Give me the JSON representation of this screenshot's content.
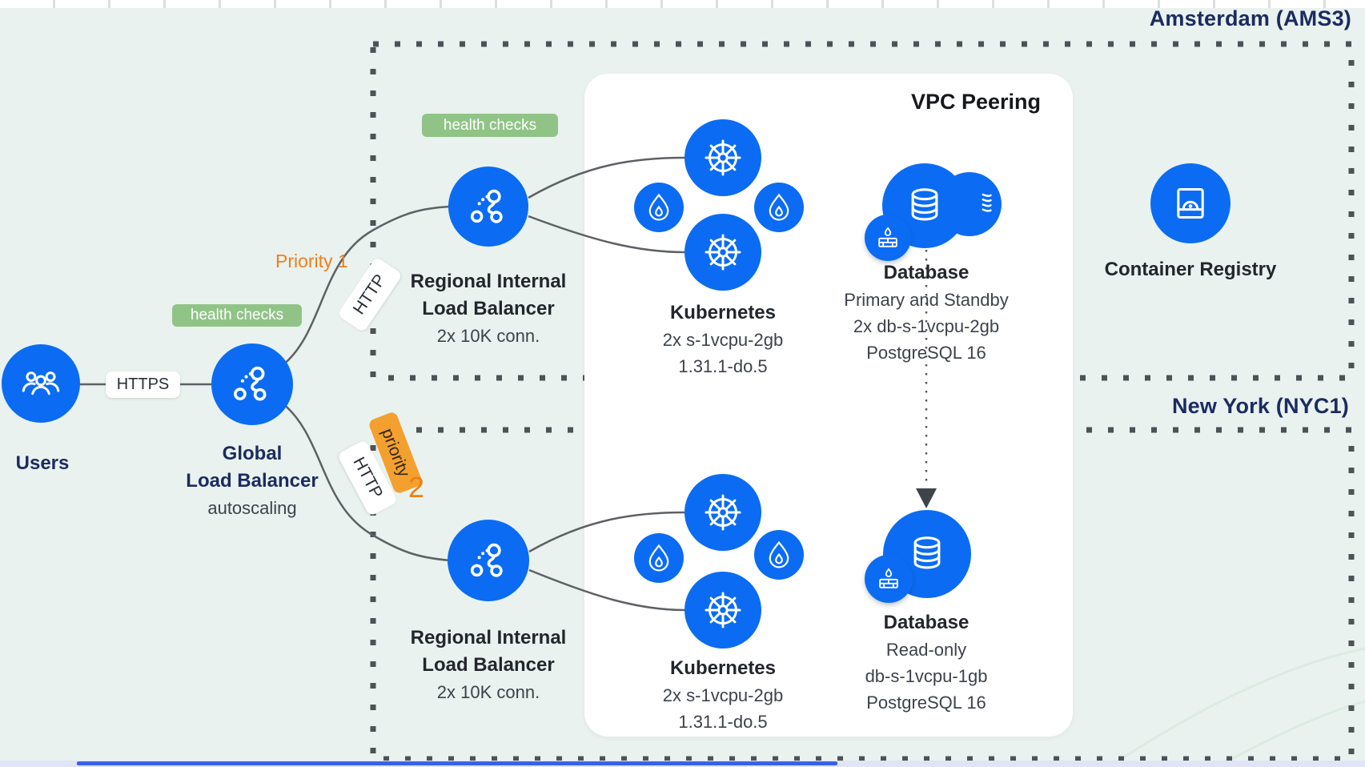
{
  "regions": {
    "top": "Amsterdam (AMS3)",
    "bottom": "New York (NYC1)"
  },
  "vpc": {
    "title": "VPC Peering"
  },
  "edges": {
    "https": "HTTPS",
    "http_top": "HTTP",
    "http_bottom": "HTTP",
    "priority_top": "Priority 1",
    "priority_bottom_word": "priority",
    "priority_bottom_num": "2",
    "health_checks_global": "health checks",
    "health_checks_regional": "health checks"
  },
  "nodes": {
    "users": {
      "title": "Users"
    },
    "global_lb": {
      "line1": "Global",
      "line2": "Load Balancer",
      "line3": "autoscaling"
    },
    "regional_lb_top": {
      "line1": "Regional Internal",
      "line2": "Load Balancer",
      "line3": "2x 10K conn."
    },
    "regional_lb_bottom": {
      "line1": "Regional Internal",
      "line2": "Load Balancer",
      "line3": "2x 10K conn."
    },
    "k8s_top": {
      "line1": "Kubernetes",
      "line2": "2x s-1vcpu-2gb",
      "line3": "1.31.1-do.5"
    },
    "k8s_bottom": {
      "line1": "Kubernetes",
      "line2": "2x s-1vcpu-2gb",
      "line3": "1.31.1-do.5"
    },
    "db_top": {
      "line1": "Database",
      "line2": "Primary and Standby",
      "line3": "2x db-s-1vcpu-2gb",
      "line4": "PostgreSQL 16"
    },
    "db_bottom": {
      "line1": "Database",
      "line2": "Read-only",
      "line3": "db-s-1vcpu-1gb",
      "line4": "PostgreSQL 16"
    },
    "registry": {
      "title": "Container Registry"
    }
  },
  "colors": {
    "accent_blue": "#0b6cf3",
    "navy": "#1c2b61",
    "badge_green": "#90c487",
    "orange": "#ef7f1c",
    "orange_badge": "#f4a02f",
    "background": "#e9f2ee"
  }
}
